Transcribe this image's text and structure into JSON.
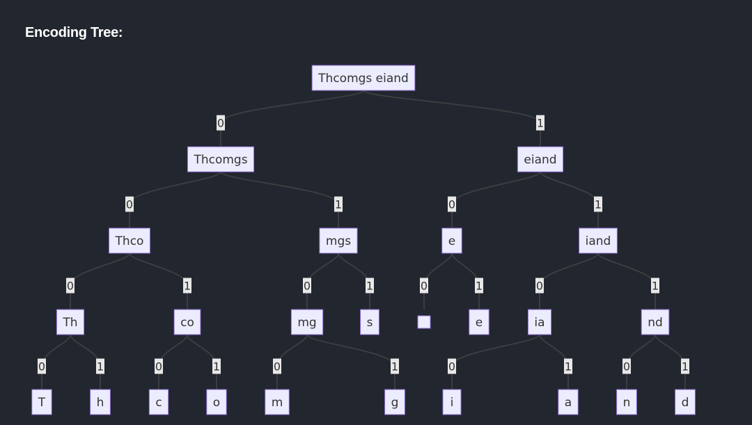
{
  "title": "Encoding Tree:",
  "colors": {
    "background": "#22262e",
    "node_fill": "#ececff",
    "node_stroke": "#9370db",
    "edge": "#3b3d40",
    "label_bg": "#e8e8e8",
    "text": "#333333"
  },
  "tree": {
    "nodes": [
      {
        "id": "n0",
        "label": "Thcomgs eiand"
      },
      {
        "id": "n1",
        "label": "Thcomgs"
      },
      {
        "id": "n2",
        "label": "eiand"
      },
      {
        "id": "n3",
        "label": "Thco"
      },
      {
        "id": "n4",
        "label": "mgs"
      },
      {
        "id": "n5",
        "label": "e"
      },
      {
        "id": "n6",
        "label": "iand"
      },
      {
        "id": "n7",
        "label": "Th"
      },
      {
        "id": "n8",
        "label": "co"
      },
      {
        "id": "n9",
        "label": "mg"
      },
      {
        "id": "n10",
        "label": "s"
      },
      {
        "id": "n11",
        "label": ""
      },
      {
        "id": "n12",
        "label": "e"
      },
      {
        "id": "n13",
        "label": "ia"
      },
      {
        "id": "n14",
        "label": "nd"
      },
      {
        "id": "n15",
        "label": "T"
      },
      {
        "id": "n16",
        "label": "h"
      },
      {
        "id": "n17",
        "label": "c"
      },
      {
        "id": "n18",
        "label": "o"
      },
      {
        "id": "n19",
        "label": "m"
      },
      {
        "id": "n20",
        "label": "g"
      },
      {
        "id": "n21",
        "label": "i"
      },
      {
        "id": "n22",
        "label": "a"
      },
      {
        "id": "n23",
        "label": "n"
      },
      {
        "id": "n24",
        "label": "d"
      }
    ],
    "edges": [
      {
        "from": "n0",
        "to": "n1",
        "label": "0"
      },
      {
        "from": "n0",
        "to": "n2",
        "label": "1"
      },
      {
        "from": "n1",
        "to": "n3",
        "label": "0"
      },
      {
        "from": "n1",
        "to": "n4",
        "label": "1"
      },
      {
        "from": "n2",
        "to": "n5",
        "label": "0"
      },
      {
        "from": "n2",
        "to": "n6",
        "label": "1"
      },
      {
        "from": "n3",
        "to": "n7",
        "label": "0"
      },
      {
        "from": "n3",
        "to": "n8",
        "label": "1"
      },
      {
        "from": "n4",
        "to": "n9",
        "label": "0"
      },
      {
        "from": "n4",
        "to": "n10",
        "label": "1"
      },
      {
        "from": "n5",
        "to": "n11",
        "label": "0"
      },
      {
        "from": "n5",
        "to": "n12",
        "label": "1"
      },
      {
        "from": "n6",
        "to": "n13",
        "label": "0"
      },
      {
        "from": "n6",
        "to": "n14",
        "label": "1"
      },
      {
        "from": "n7",
        "to": "n15",
        "label": "0"
      },
      {
        "from": "n7",
        "to": "n16",
        "label": "1"
      },
      {
        "from": "n8",
        "to": "n17",
        "label": "0"
      },
      {
        "from": "n8",
        "to": "n18",
        "label": "1"
      },
      {
        "from": "n9",
        "to": "n19",
        "label": "0"
      },
      {
        "from": "n9",
        "to": "n20",
        "label": "1"
      },
      {
        "from": "n13",
        "to": "n21",
        "label": "0"
      },
      {
        "from": "n13",
        "to": "n22",
        "label": "1"
      },
      {
        "from": "n14",
        "to": "n23",
        "label": "0"
      },
      {
        "from": "n14",
        "to": "n24",
        "label": "1"
      }
    ]
  }
}
